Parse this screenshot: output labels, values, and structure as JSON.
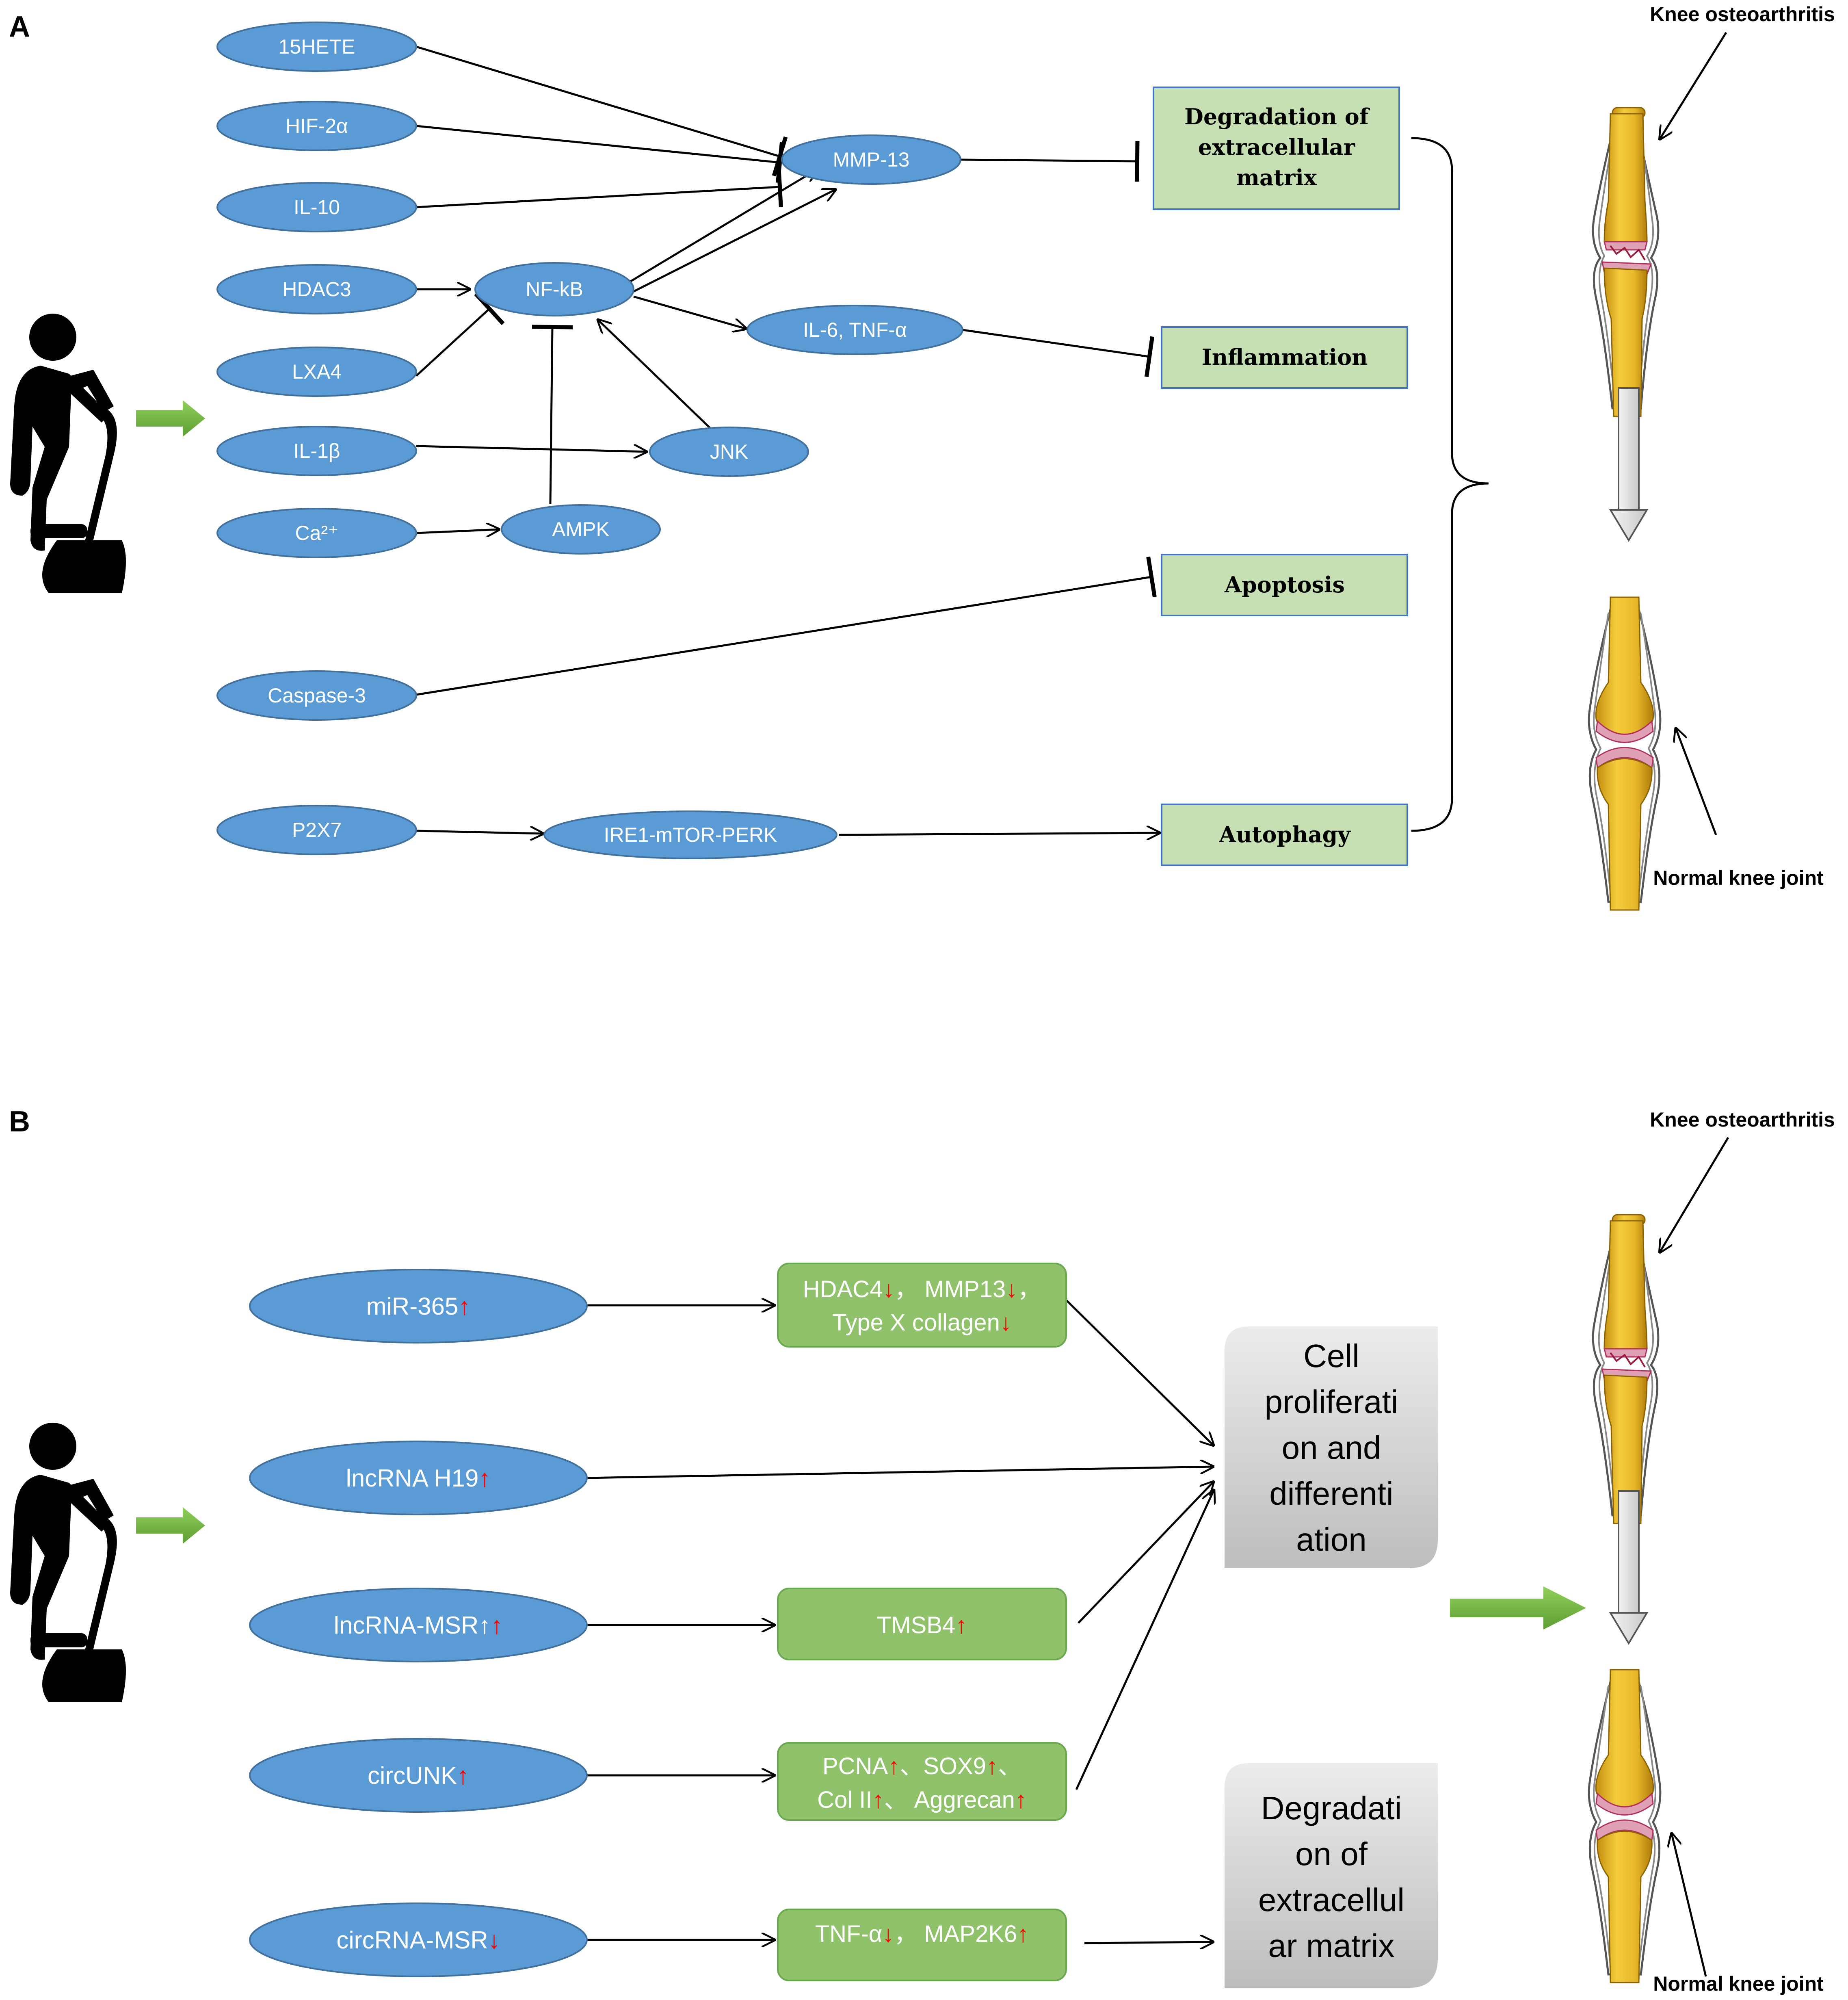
{
  "panelA": {
    "label": "A",
    "nodes": {
      "n15hete": "15HETE",
      "hif2a": "HIF-2α",
      "il10": "IL-10",
      "hdac3": "HDAC3",
      "lxa4": "LXA4",
      "il1b": "IL-1β",
      "ca2": "Ca²⁺",
      "caspase3": "Caspase-3",
      "p2x7": "P2X7",
      "mmp13": "MMP-13",
      "nfkb": "NF-kB",
      "il6tnf": "IL-6, TNF-α",
      "jnk": "JNK",
      "ampk": "AMPK",
      "ire1": "IRE1-mTOR-PERK"
    },
    "outcomes": {
      "degradation": [
        "Degradation of",
        "extracellular",
        "matrix"
      ],
      "inflammation": "Inflammation",
      "apoptosis": "Apoptosis",
      "autophagy": "Autophagy"
    },
    "knee_oa_label": "Knee osteoarthritis",
    "normal_knee_label": "Normal knee joint"
  },
  "panelB": {
    "label": "B",
    "nodes": {
      "mir365": "miR-365",
      "h19": "lncRNA H19",
      "msr": "lncRNA-MSR↑",
      "circunk": "circUNK",
      "circmsr": "circRNA-MSR"
    },
    "targets": {
      "t1_line1": [
        [
          "HDAC4",
          "↓"
        ],
        [
          "，  MMP13",
          "↓"
        ],
        [
          "，",
          ""
        ]
      ],
      "t1_line2": [
        [
          "Type X collagen",
          "↓"
        ]
      ],
      "t2": [
        [
          "TMSB4",
          "↑"
        ]
      ],
      "t3_line1": [
        [
          "PCNA",
          "↑"
        ],
        [
          "、SOX9",
          "↑"
        ],
        [
          "、",
          ""
        ]
      ],
      "t3_line2": [
        [
          "Col II",
          "↑"
        ],
        [
          "、 Aggrecan",
          "↑"
        ]
      ],
      "t4": [
        [
          "TNF-α",
          "↓"
        ],
        [
          "，  MAP2K6",
          "↑"
        ]
      ]
    },
    "outcomes": {
      "cell": [
        "Cell",
        "proliferati",
        "on and",
        "differenti",
        "ation"
      ],
      "degradation": [
        "Degradati",
        "on of",
        "extracellul",
        "ar matrix"
      ]
    },
    "knee_oa_label": "Knee osteoarthritis",
    "normal_knee_label": "Normal knee joint"
  },
  "colors": {
    "ellipse": "#5b9bd5",
    "ellipse_stroke": "#41719c",
    "outcome_fill": "#c6e0b4",
    "outcome_stroke": "#4472c4",
    "target_fill": "#8fc26a",
    "grey_box": "#d0d0d0",
    "green_arrow": "#70ad47",
    "red_arrow": "#ff0000",
    "bone": "#e8b82a"
  },
  "icons": [
    "elliptical-trainer-person-icon",
    "knee-osteoarthritis-illustration",
    "normal-knee-joint-illustration"
  ]
}
